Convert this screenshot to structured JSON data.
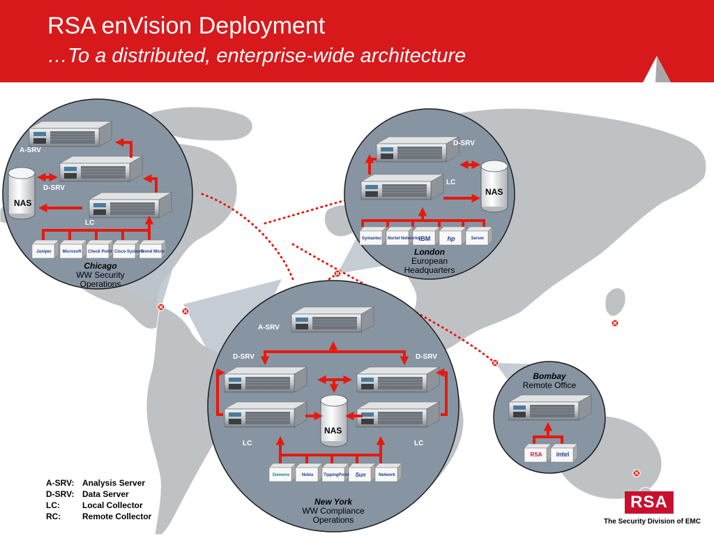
{
  "slide": {
    "title": "RSA enVision Deployment",
    "subtitle": "…To a distributed, enterprise-wide architecture"
  },
  "sites": {
    "chicago": {
      "name": "Chicago",
      "line1": "WW Security",
      "line2": "Operations"
    },
    "london": {
      "name": "London",
      "line1": "European",
      "line2": "Headquarters"
    },
    "new_york": {
      "name": "New York",
      "line1": "WW Compliance",
      "line2": "Operations"
    },
    "bombay": {
      "name": "Bombay",
      "line1": "Remote Office"
    }
  },
  "labels": {
    "a_srv": "A-SRV",
    "d_srv": "D-SRV",
    "lc": "LC",
    "nas": "NAS"
  },
  "vendors": {
    "chicago": [
      "Juniper",
      "Microsoft",
      "Check Point",
      "Cisco Systems",
      "Trend Micro"
    ],
    "london": [
      "Symantec",
      "Nortel Networks",
      "IBM",
      "hp",
      "Server"
    ],
    "new_york": [
      "Siemens",
      "Nokia",
      "TippingPoint",
      "Sun",
      "Network"
    ],
    "bombay": [
      "RSA",
      "intel"
    ]
  },
  "legend": [
    {
      "abbr": "A-SRV:",
      "desc": "Analysis Server"
    },
    {
      "abbr": "D-SRV:",
      "desc": "Data Server"
    },
    {
      "abbr": "LC:",
      "desc": "Local Collector"
    },
    {
      "abbr": "RC:",
      "desc": "Remote Collector"
    }
  ],
  "branding": {
    "logo": "RSA",
    "tagline": "The Security Division of EMC"
  },
  "colors": {
    "header": "#d7191c",
    "circle_fill": "#8795a3",
    "map_land": "#bfc2c5",
    "arrow": "#e8180e"
  }
}
